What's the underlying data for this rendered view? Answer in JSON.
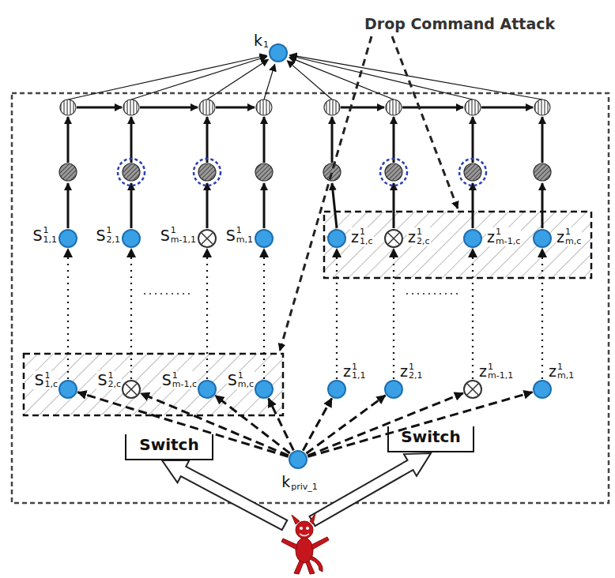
{
  "diagram": {
    "nodes": [
      {
        "text": [
          "k",
          "1"
        ]
      },
      {
        "text": [
          "S",
          "1",
          "1,1"
        ]
      },
      {
        "text": [
          "S",
          "1",
          "2,1"
        ]
      },
      {
        "text": [
          "S",
          "1",
          "m-1,1"
        ]
      },
      {
        "text": [
          "S",
          "1",
          "m,1"
        ]
      },
      {
        "text": [
          "z",
          "1",
          "1,c"
        ]
      },
      {
        "text": [
          "z",
          "1",
          "2,c"
        ]
      },
      {
        "text": [
          "z",
          "1",
          "m-1,c"
        ]
      },
      {
        "text": [
          "z",
          "1",
          "m,c"
        ]
      },
      {
        "text": [
          "S",
          "1",
          "1,c"
        ]
      },
      {
        "text": [
          "S",
          "1",
          "2,c"
        ]
      },
      {
        "text": [
          "S",
          "1",
          "m-1,c"
        ]
      },
      {
        "text": [
          "S",
          "1",
          "m,c"
        ]
      },
      {
        "text": [
          "z",
          "1",
          "1,1"
        ]
      },
      {
        "text": [
          "z",
          "1",
          "2,1"
        ]
      },
      {
        "text": [
          "z",
          "1",
          "m-1,1"
        ]
      },
      {
        "text": [
          "z",
          "1",
          "m,1"
        ]
      },
      {
        "text": [
          "Switch"
        ]
      },
      {
        "text": [
          "k",
          "priv_1"
        ]
      },
      {
        "text": [
          "Switch"
        ]
      }
    ],
    "edges": [
      {
        "from": 18,
        "to": 9,
        "arrow": "to"
      },
      {
        "from": 18,
        "to": 10,
        "arrow": "to"
      },
      {
        "from": 18,
        "to": 11,
        "arrow": "to"
      },
      {
        "from": 18,
        "to": 12,
        "arrow": "to"
      },
      {
        "from": 18,
        "to": 13,
        "arrow": "to"
      },
      {
        "from": 18,
        "to": 14,
        "arrow": "to"
      },
      {
        "from": 18,
        "to": 15,
        "arrow": "to"
      },
      {
        "from": 18,
        "to": 16,
        "arrow": "to"
      },
      {
        "from": 9,
        "to": 1,
        "arrow": "to"
      },
      {
        "from": 10,
        "to": 2,
        "arrow": "to"
      },
      {
        "from": 11,
        "to": 3,
        "arrow": "to"
      },
      {
        "from": 12,
        "to": 4,
        "arrow": "to"
      },
      {
        "from": 13,
        "to": 5,
        "arrow": "to"
      },
      {
        "from": 14,
        "to": 6,
        "arrow": "to"
      },
      {
        "from": 15,
        "to": 7,
        "arrow": "to"
      },
      {
        "from": 16,
        "to": 8,
        "arrow": "to"
      }
    ],
    "labels": [
      "Drop Command Attack"
    ]
  }
}
